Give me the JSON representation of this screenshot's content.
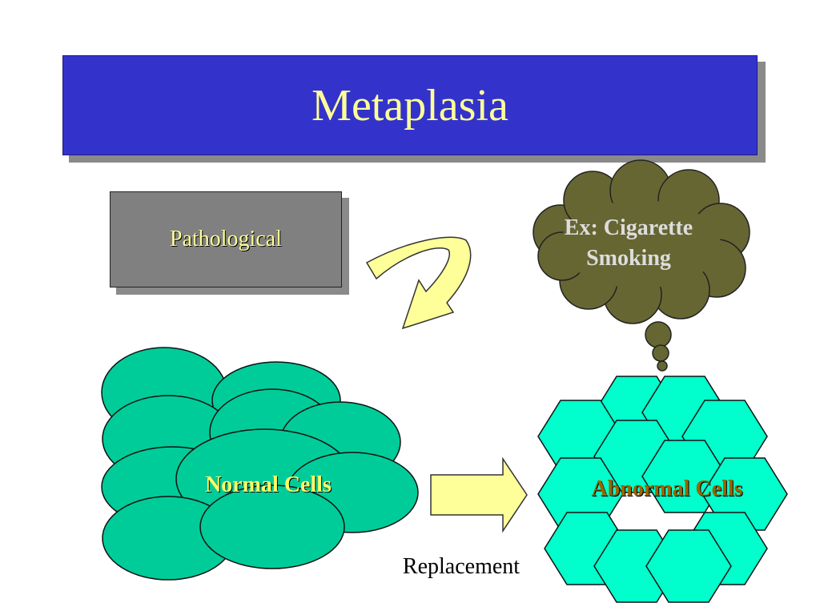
{
  "title": "Metaplasia",
  "pathological_label": "Pathological",
  "cloud_label": "Ex: Cigarette Smoking",
  "normal_cells_label": "Normal Cells",
  "abnormal_cells_label": "Abnormal Cells",
  "arrow_label": "Replacement",
  "colors": {
    "title_bg": "#3333cc",
    "title_text": "#ffff99",
    "box_bg": "#808080",
    "cloud_fill": "#666633",
    "normal_cell_fill": "#00cc99",
    "abnormal_cell_fill": "#00ffcc",
    "arrow_fill": "#ffff99"
  }
}
